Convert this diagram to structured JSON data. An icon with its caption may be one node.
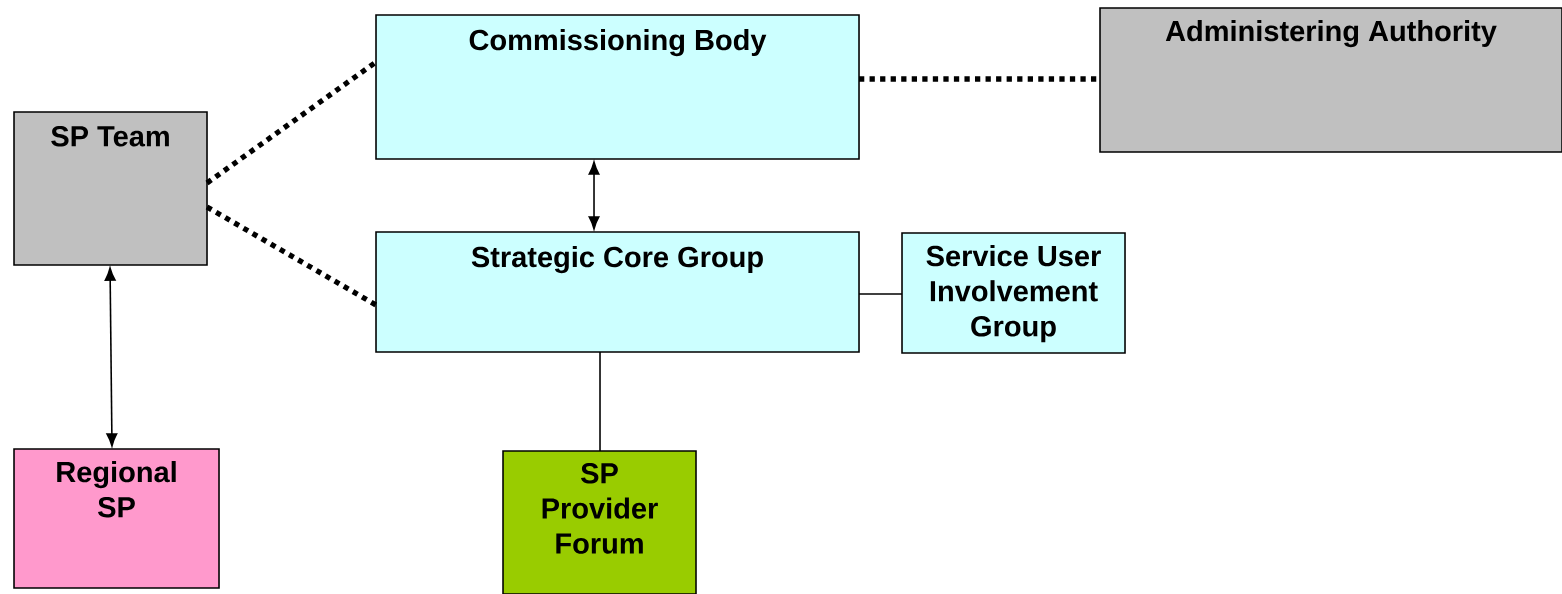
{
  "diagram": {
    "nodes": [
      {
        "text": [
          "SP Team"
        ]
      },
      {
        "text": [
          "Commissioning Body"
        ]
      },
      {
        "text": [
          "Administering Authority"
        ]
      },
      {
        "text": [
          "Strategic Core Group"
        ]
      },
      {
        "text": [
          "Service User Involvement Group"
        ]
      },
      {
        "text": [
          "Regional SP"
        ]
      },
      {
        "text": [
          "SP Provider Forum"
        ]
      }
    ],
    "edges": [
      {
        "from": 0,
        "to": 1,
        "arrow": "none",
        "style": "dashed"
      },
      {
        "from": 0,
        "to": 3,
        "arrow": "none",
        "style": "dashed"
      },
      {
        "from": 1,
        "to": 2,
        "arrow": "none",
        "style": "dashed"
      },
      {
        "from": 1,
        "to": 3,
        "arrow": "both"
      },
      {
        "from": 3,
        "to": 4,
        "arrow": "none"
      },
      {
        "from": 3,
        "to": 6,
        "arrow": "none"
      },
      {
        "from": 0,
        "to": 5,
        "arrow": "both"
      }
    ]
  }
}
